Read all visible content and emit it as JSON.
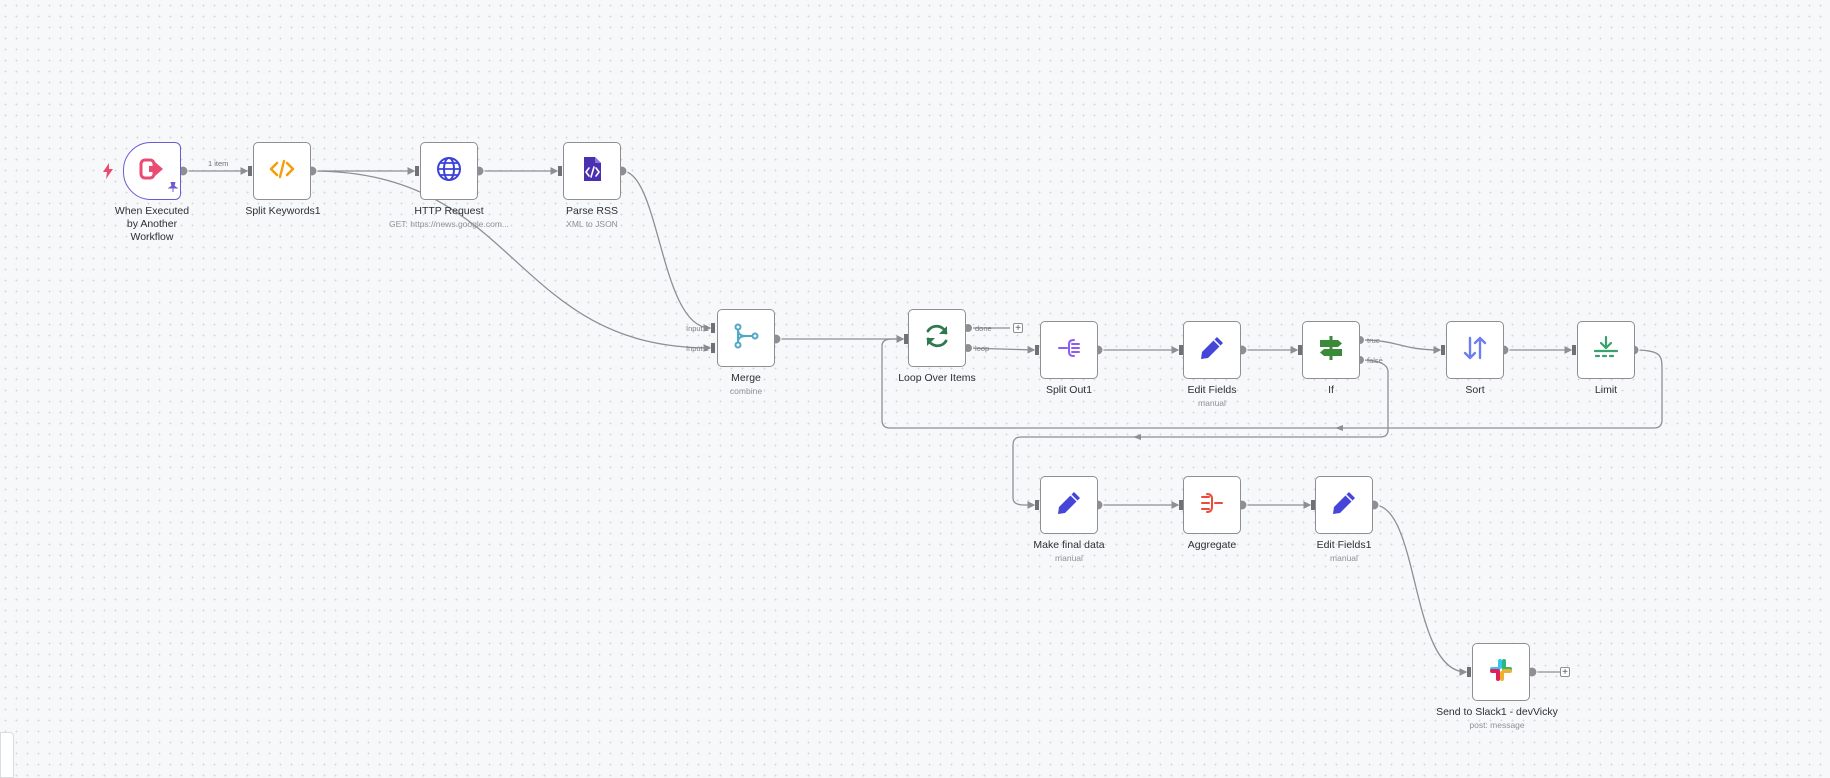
{
  "workflow": {
    "nodes": [
      {
        "id": "trigger",
        "label": "When Executed by Another Workflow",
        "sub": ""
      },
      {
        "id": "split_keywords",
        "label": "Split Keywords1",
        "sub": ""
      },
      {
        "id": "http",
        "label": "HTTP Request",
        "sub": "GET: https://news.google.com..."
      },
      {
        "id": "parse_rss",
        "label": "Parse RSS",
        "sub": "XML to JSON"
      },
      {
        "id": "merge",
        "label": "Merge",
        "sub": "combine"
      },
      {
        "id": "loop",
        "label": "Loop Over Items",
        "sub": ""
      },
      {
        "id": "split_out",
        "label": "Split Out1",
        "sub": ""
      },
      {
        "id": "edit_fields",
        "label": "Edit Fields",
        "sub": "manual"
      },
      {
        "id": "if",
        "label": "If",
        "sub": ""
      },
      {
        "id": "sort",
        "label": "Sort",
        "sub": ""
      },
      {
        "id": "limit",
        "label": "Limit",
        "sub": ""
      },
      {
        "id": "make_final",
        "label": "Make final data",
        "sub": "manual"
      },
      {
        "id": "aggregate",
        "label": "Aggregate",
        "sub": ""
      },
      {
        "id": "edit_fields1",
        "label": "Edit Fields1",
        "sub": "manual"
      },
      {
        "id": "slack",
        "label": "Send to Slack1 - devVicky",
        "sub": "post: message"
      }
    ],
    "edge_labels": {
      "trigger_to_split": "1 item"
    },
    "ports": {
      "merge_input1": "Input 1",
      "merge_input2": "Input 2",
      "loop_done": "done",
      "loop_loop": "loop",
      "if_true": "true",
      "if_false": "false"
    },
    "plus_symbol": "+"
  },
  "colors": {
    "edge": "#8d8f94",
    "trigger": "#ea4b71",
    "code": "#f59e0b",
    "http": "#3b42d6",
    "xml": "#4a2fb0",
    "merge": "#51a7c8",
    "loop": "#2f7a4d",
    "split_out": "#8b5cf6",
    "edit": "#4545d8",
    "if": "#3a8a3a",
    "sort": "#6d7ff0",
    "limit": "#3aa06d",
    "aggregate": "#ea4b3a"
  },
  "icons": [
    "sign-out-icon",
    "code-icon",
    "globe-icon",
    "xml-file-icon",
    "merge-icon",
    "refresh-icon",
    "split-out-icon",
    "pencil-icon",
    "signpost-icon",
    "sort-arrows-icon",
    "limit-icon",
    "aggregate-icon",
    "slack-icon",
    "lightning-icon",
    "pin-icon"
  ]
}
